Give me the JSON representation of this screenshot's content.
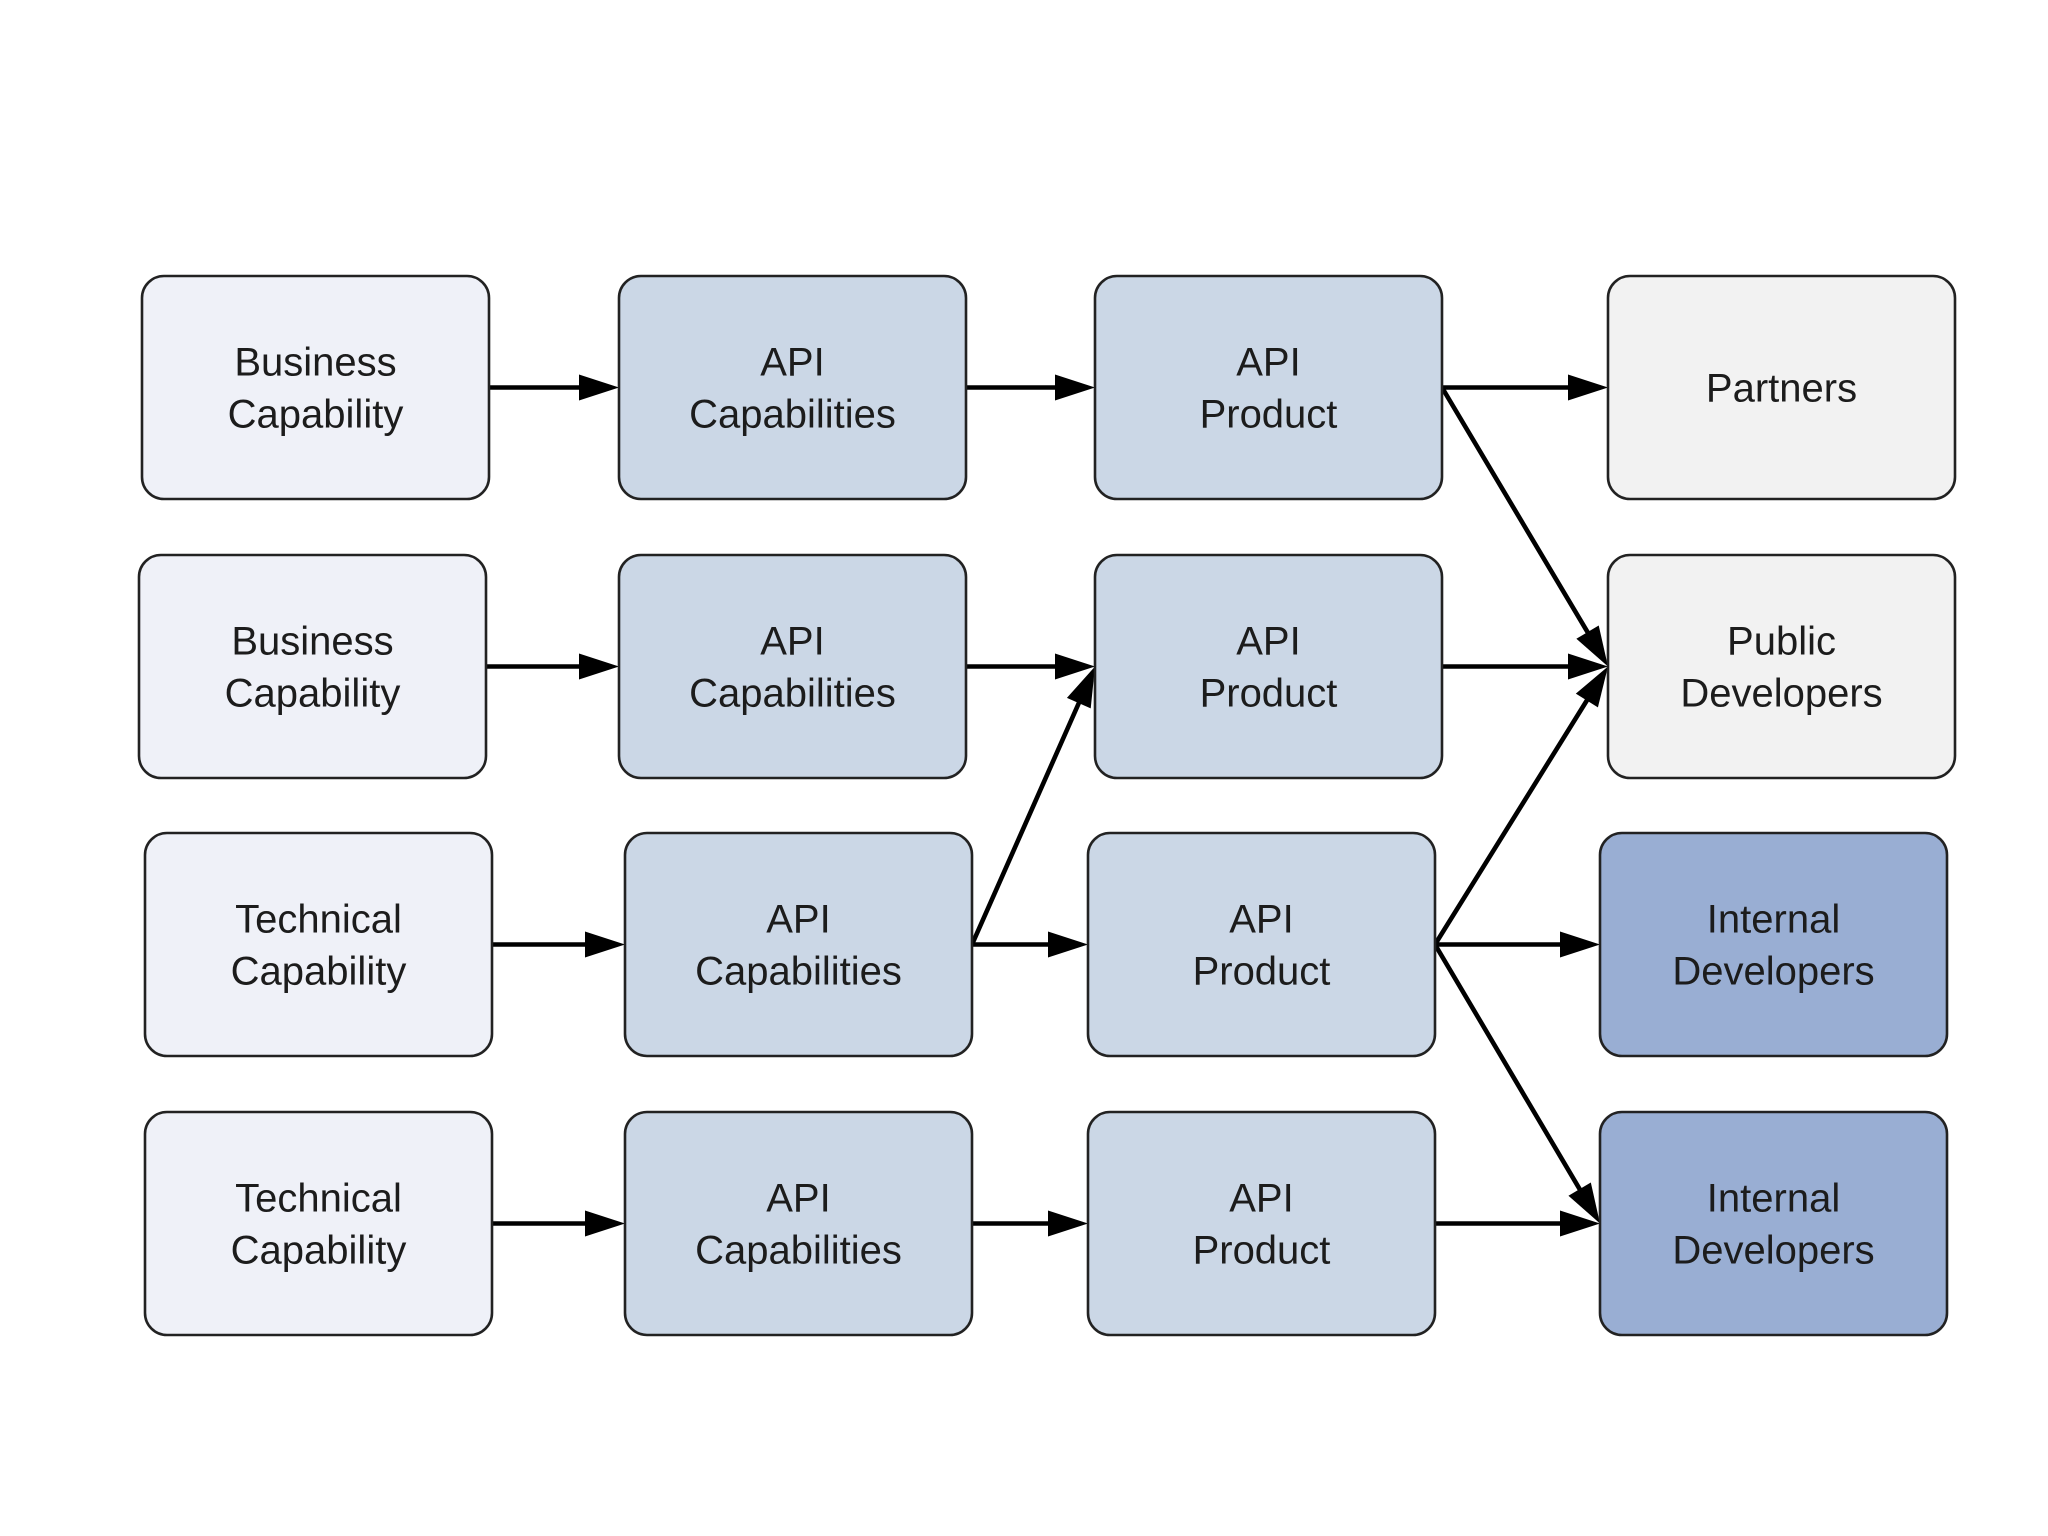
{
  "colors": {
    "capability_fill": "#eff1f8",
    "api_fill": "#cbd7e6",
    "external_fill": "#f2f2f2",
    "internal_fill": "#99aed3",
    "border": "#222222",
    "arrow": "#000000",
    "text": "#1c1c1c"
  },
  "nodes": {
    "bc1": {
      "lines": [
        "Business",
        "Capability"
      ],
      "kind": "capability"
    },
    "bc2": {
      "lines": [
        "Business",
        "Capability"
      ],
      "kind": "capability"
    },
    "tc1": {
      "lines": [
        "Technical",
        "Capability"
      ],
      "kind": "capability"
    },
    "tc2": {
      "lines": [
        "Technical",
        "Capability"
      ],
      "kind": "capability"
    },
    "ac1": {
      "lines": [
        "API",
        "Capabilities"
      ],
      "kind": "api"
    },
    "ac2": {
      "lines": [
        "API",
        "Capabilities"
      ],
      "kind": "api"
    },
    "ac3": {
      "lines": [
        "API",
        "Capabilities"
      ],
      "kind": "api"
    },
    "ac4": {
      "lines": [
        "API",
        "Capabilities"
      ],
      "kind": "api"
    },
    "ap1": {
      "lines": [
        "API",
        "Product"
      ],
      "kind": "api"
    },
    "ap2": {
      "lines": [
        "API",
        "Product"
      ],
      "kind": "api"
    },
    "ap3": {
      "lines": [
        "API",
        "Product"
      ],
      "kind": "api"
    },
    "ap4": {
      "lines": [
        "API",
        "Product"
      ],
      "kind": "api"
    },
    "partners": {
      "lines": [
        "Partners"
      ],
      "kind": "external"
    },
    "public": {
      "lines": [
        "Public",
        "Developers"
      ],
      "kind": "external"
    },
    "internal1": {
      "lines": [
        "Internal",
        "Developers"
      ],
      "kind": "internal"
    },
    "internal2": {
      "lines": [
        "Internal",
        "Developers"
      ],
      "kind": "internal"
    }
  },
  "edges": [
    {
      "from": "bc1",
      "to": "ac1"
    },
    {
      "from": "ac1",
      "to": "ap1"
    },
    {
      "from": "ap1",
      "to": "partners"
    },
    {
      "from": "ap1",
      "to": "public"
    },
    {
      "from": "bc2",
      "to": "ac2"
    },
    {
      "from": "ac2",
      "to": "ap2"
    },
    {
      "from": "ap2",
      "to": "public"
    },
    {
      "from": "tc1",
      "to": "ac3"
    },
    {
      "from": "ac3",
      "to": "ap2"
    },
    {
      "from": "ac3",
      "to": "ap3"
    },
    {
      "from": "ap3",
      "to": "public"
    },
    {
      "from": "ap3",
      "to": "internal1"
    },
    {
      "from": "ap3",
      "to": "internal2"
    },
    {
      "from": "tc2",
      "to": "ac4"
    },
    {
      "from": "ac4",
      "to": "ap4"
    },
    {
      "from": "ap4",
      "to": "internal2"
    }
  ]
}
